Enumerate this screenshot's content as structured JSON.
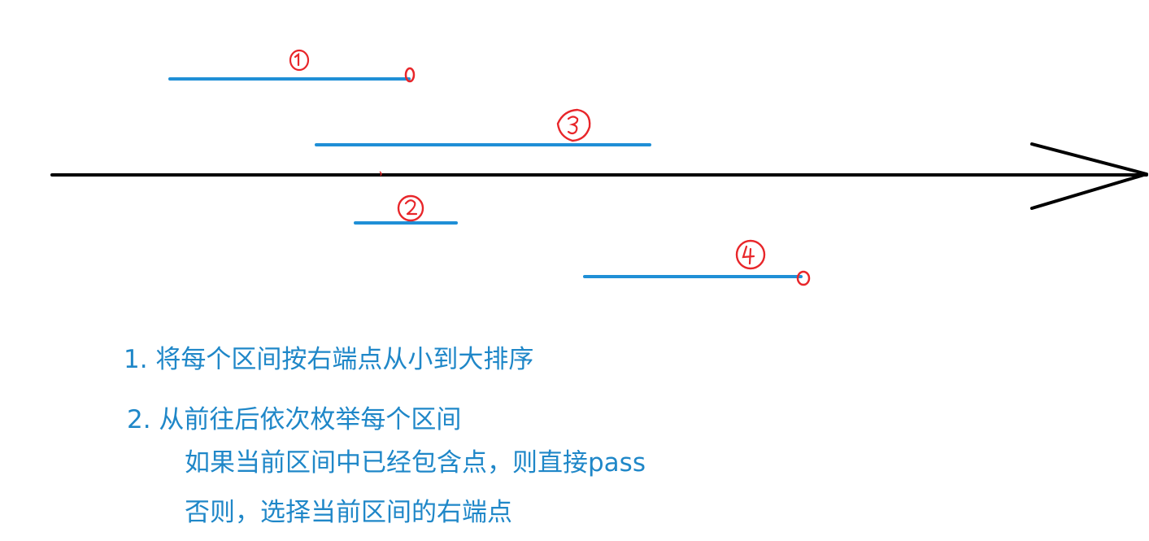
{
  "colors": {
    "axis": "#000000",
    "interval": "#1f8fd6",
    "annotation": "#e8262a",
    "note_text": "#1f87c8"
  },
  "intervals": [
    {
      "label": "①",
      "marked_endpoint": true
    },
    {
      "label": "③",
      "marked_endpoint": false
    },
    {
      "label": "②",
      "marked_endpoint": false
    },
    {
      "label": "④",
      "marked_endpoint": true
    }
  ],
  "notes": {
    "step1": "1. 将每个区间按右端点从小到大排序",
    "step2": "2. 从前往后依次枚举每个区间",
    "step2_a": "如果当前区间中已经包含点，则直接pass",
    "step2_b": "否则，选择当前区间的右端点"
  }
}
